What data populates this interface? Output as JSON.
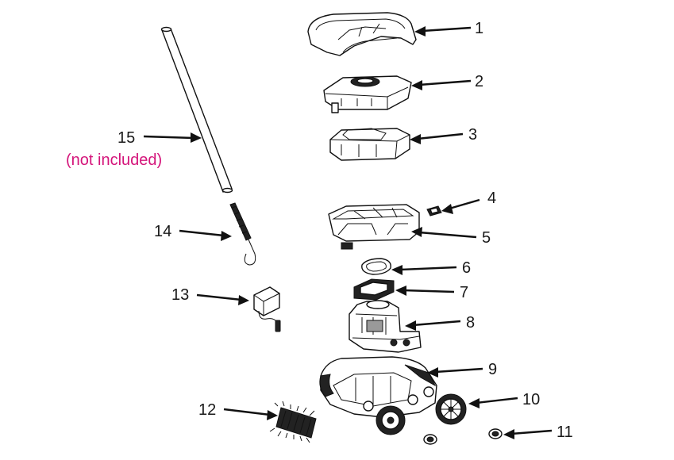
{
  "diagram": {
    "callouts": [
      {
        "id": "1",
        "label": "1"
      },
      {
        "id": "2",
        "label": "2"
      },
      {
        "id": "3",
        "label": "3"
      },
      {
        "id": "4",
        "label": "4"
      },
      {
        "id": "5",
        "label": "5"
      },
      {
        "id": "6",
        "label": "6"
      },
      {
        "id": "7",
        "label": "7"
      },
      {
        "id": "8",
        "label": "8"
      },
      {
        "id": "9",
        "label": "9"
      },
      {
        "id": "10",
        "label": "10"
      },
      {
        "id": "11",
        "label": "11"
      },
      {
        "id": "12",
        "label": "12"
      },
      {
        "id": "13",
        "label": "13"
      },
      {
        "id": "14",
        "label": "14"
      },
      {
        "id": "15",
        "label": "15"
      }
    ],
    "note": "(not included)",
    "note_color": "#d4147a",
    "line_color": "#111111"
  }
}
